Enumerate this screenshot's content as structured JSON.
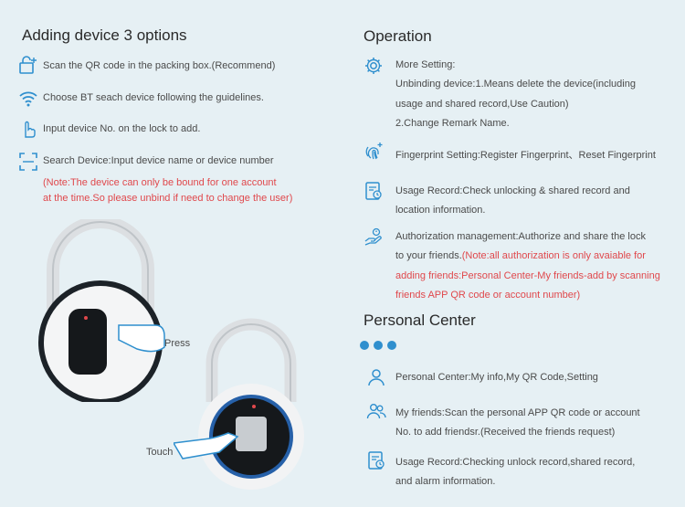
{
  "left": {
    "title": "Adding device 3 options",
    "items": [
      {
        "icon": "lock-icon",
        "text": "Scan the QR code in the packing box.(Recommend)"
      },
      {
        "icon": "wifi-icon",
        "text": "Choose BT seach device following the guidelines."
      },
      {
        "icon": "hand-touch-icon",
        "text": "Input device No. on the lock to add."
      },
      {
        "icon": "scan-frame-icon",
        "text": "Search Device:Input device name or device number"
      }
    ],
    "note_line1": "(Note:The device can only be bound for one account",
    "note_line2": "at the time.So please unbind if need to change the user)",
    "press_label": "Press",
    "touch_label": "Touch"
  },
  "operation": {
    "title": "Operation",
    "more_setting": "More Setting:",
    "unbind1": "Unbinding device:1.Means delete the device(including",
    "unbind2": "usage and shared record,Use Caution)",
    "remark": "2.Change Remark Name.",
    "fingerprint": "Fingerprint Setting:Register Fingerprint、Reset Fingerprint",
    "usage1": "Usage Record:Check unlocking & shared record and",
    "usage2": "location information.",
    "auth1": "Authorization management:Authorize and share the lock",
    "auth2a": "to your friends.",
    "auth2b": "(Note:all authorization is only avaiable for",
    "auth3": "adding friends:Personal Center-My friends-add by scanning",
    "auth4": "friends APP QR code or account number)"
  },
  "personal": {
    "title": "Personal Center",
    "item1": "Personal Center:My info,My QR Code,Setting",
    "item2a": "My friends:Scan the personal APP QR code or account",
    "item2b": "No. to add friendsr.(Received the friends request)",
    "item3a": "Usage Record:Checking unlock record,shared record,",
    "item3b": "and alarm information."
  },
  "colors": {
    "accent": "#2f8fce",
    "note": "#e0484c",
    "background": "#e6f0f4"
  }
}
